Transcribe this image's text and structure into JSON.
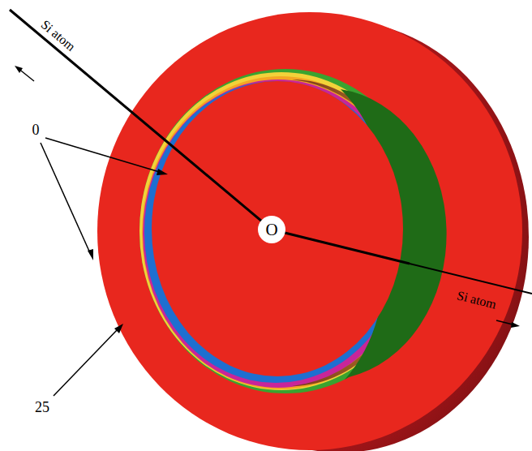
{
  "diagram": {
    "nodes": [
      {
        "text": [
          "O"
        ]
      }
    ],
    "labels": [
      "Si atom",
      "Si atom",
      "0",
      "25"
    ]
  }
}
